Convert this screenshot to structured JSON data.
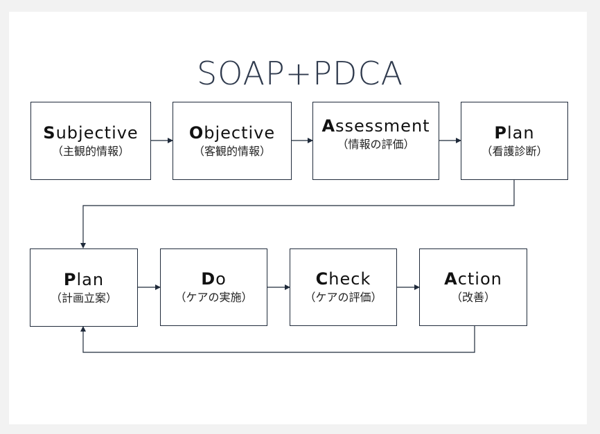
{
  "title": "SOAP+PDCA",
  "soap": [
    {
      "initial": "S",
      "rest": "ubjective",
      "sub": "（主観的情報）"
    },
    {
      "initial": "O",
      "rest": "bjective",
      "sub": "（客観的情報）"
    },
    {
      "initial": "A",
      "rest": "ssessment",
      "sub": "（情報の評価）"
    },
    {
      "initial": "P",
      "rest": "lan",
      "sub": "（看護診断）"
    }
  ],
  "pdca": [
    {
      "initial": "P",
      "rest": "lan",
      "sub": "（計画立案）"
    },
    {
      "initial": "D",
      "rest": "o",
      "sub": "（ケアの実施）"
    },
    {
      "initial": "C",
      "rest": "heck",
      "sub": "（ケアの評価）"
    },
    {
      "initial": "A",
      "rest": "ction",
      "sub": "（改善）"
    }
  ],
  "colors": {
    "line": "#1f2a3a",
    "title": "#2f3a4d"
  }
}
